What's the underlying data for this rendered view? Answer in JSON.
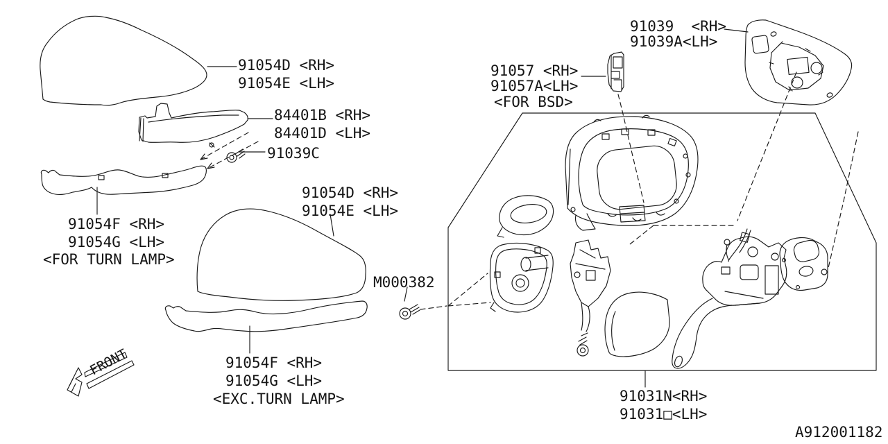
{
  "diagram": {
    "id": "A912001182",
    "front_label": "FRONT",
    "labels": {
      "cover_upper_1": {
        "l1": "91054D <RH>",
        "l2": "91054E <LH>"
      },
      "turn_lamp": {
        "l1": "84401B <RH>",
        "l2": "84401D <LH>"
      },
      "screw_91039c": {
        "l1": "91039C"
      },
      "cover_upper_2": {
        "l1": "91054D <RH>",
        "l2": "91054E <LH>"
      },
      "cover_lower_turn": {
        "l1": "91054F <RH>",
        "l2": "91054G <LH>",
        "l3": "<FOR TURN LAMP>"
      },
      "cover_lower_exc": {
        "l1": "91054F <RH>",
        "l2": "91054G <LH>",
        "l3": "<EXC.TURN LAMP>"
      },
      "screw_m000382": {
        "l1": "M000382"
      },
      "bsd_cover": {
        "l1": "91057 <RH>",
        "l2": "91057A<LH>",
        "l3": "<FOR BSD>"
      },
      "mirror_glass": {
        "l1": "91039  <RH>",
        "l2": "91039A<LH>"
      },
      "mirror_assembly": {
        "l1": "91031N<RH>",
        "l2": "91031□<LH>"
      }
    }
  }
}
